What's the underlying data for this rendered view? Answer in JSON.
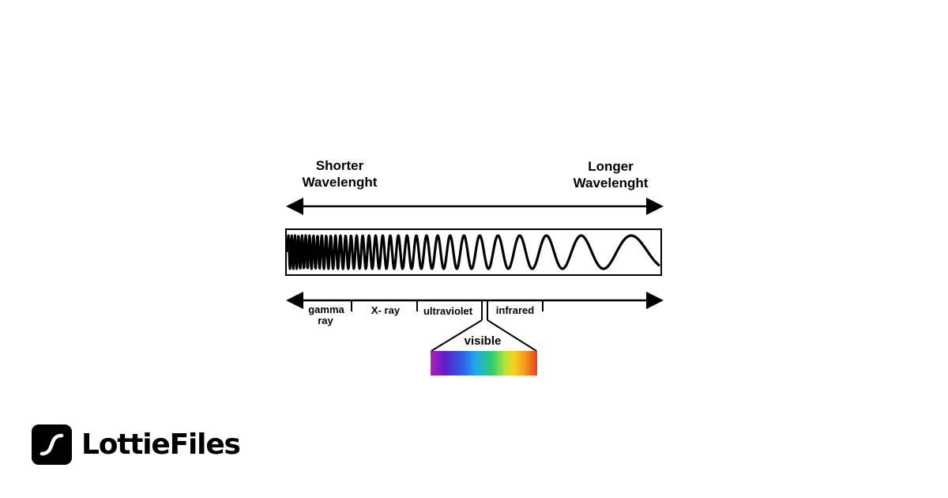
{
  "diagram": {
    "shorter": [
      "Shorter",
      "Wavelenght"
    ],
    "longer": [
      "Longer",
      "Wavelenght"
    ],
    "bands": {
      "gamma": [
        "gamma",
        "ray"
      ],
      "xray": "X- ray",
      "ultraviolet": "ultraviolet",
      "infrared": "infrared",
      "visible": "visible"
    },
    "spectrum_colors": [
      "#b11fb6",
      "#5b1fc9",
      "#2f5fe6",
      "#1fa6ee",
      "#2fcf6a",
      "#b7e33a",
      "#f5d21f",
      "#f59a1f",
      "#e8401f"
    ]
  },
  "brand": {
    "name": "LottieFiles",
    "icon": "lottiefiles-logo-icon"
  }
}
